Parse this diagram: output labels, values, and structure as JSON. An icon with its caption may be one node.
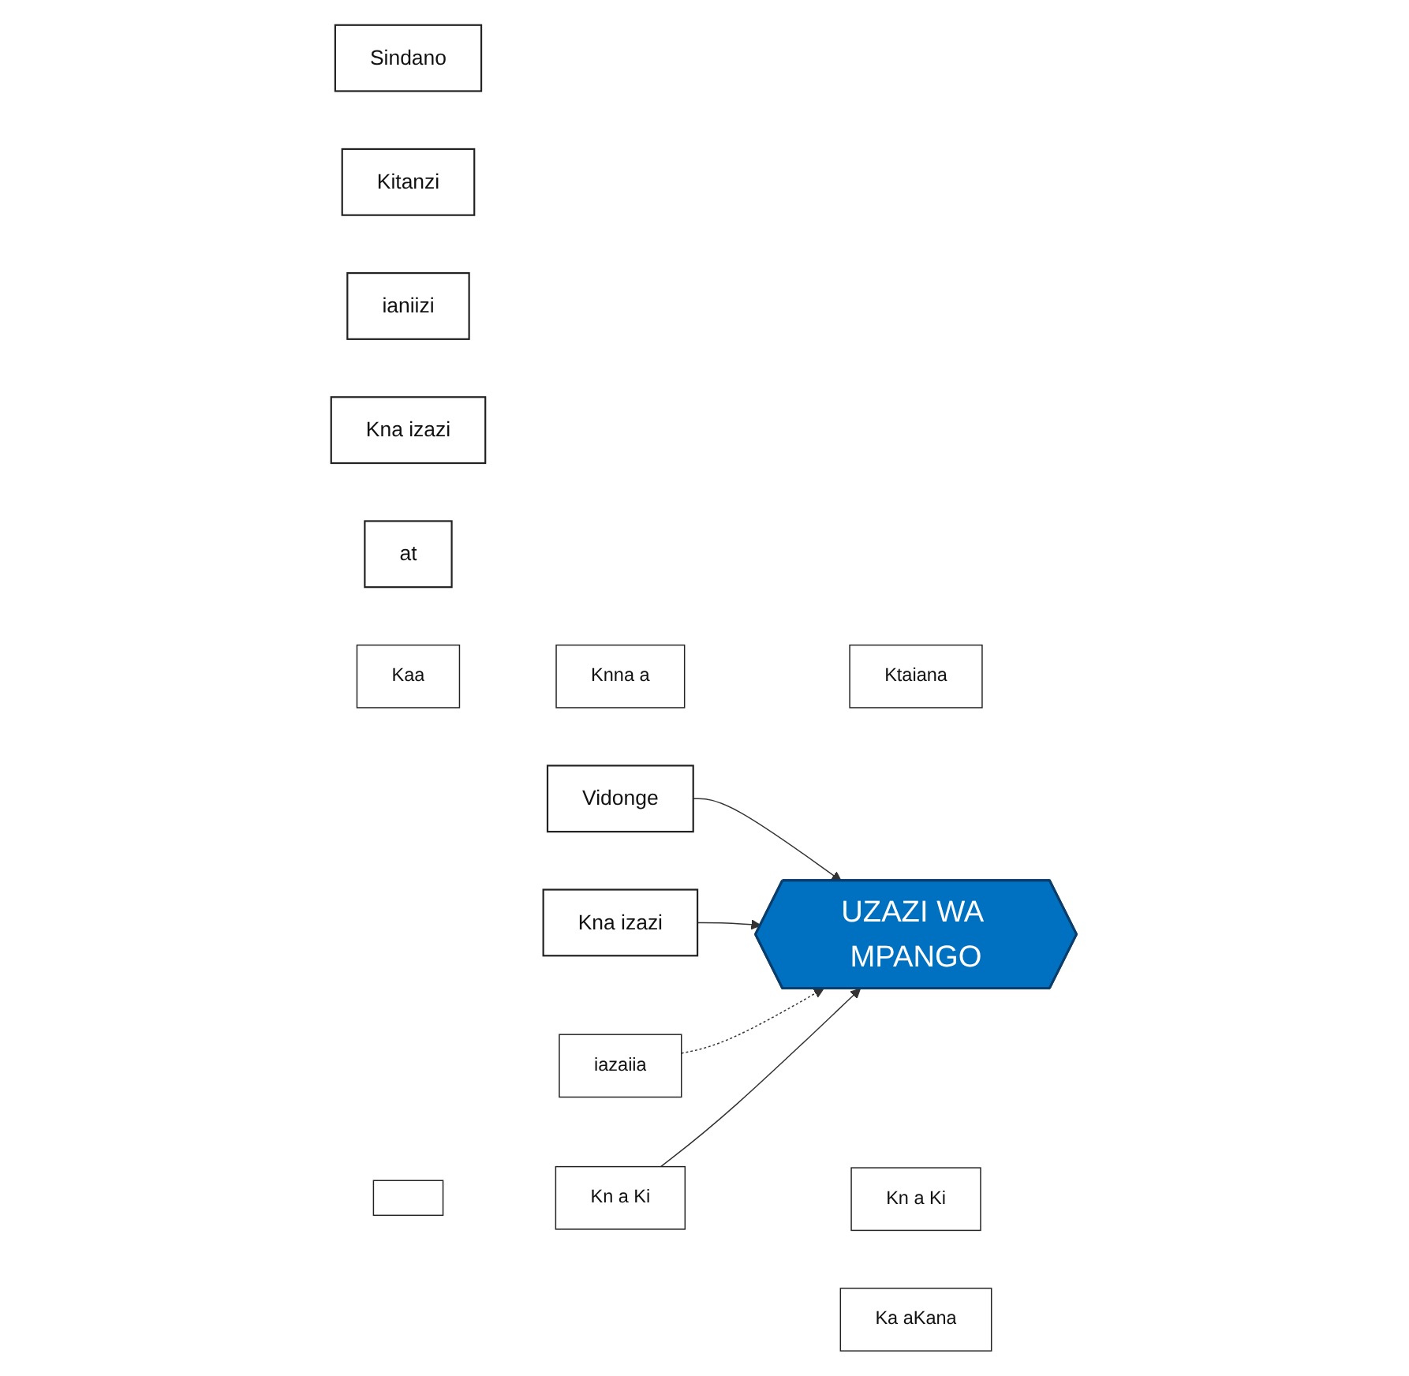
{
  "diagram": {
    "nodes": [
      {
        "text": [
          "Vidonge"
        ]
      },
      {
        "text": [
          "Sindano"
        ]
      },
      {
        "text": [
          "Kitanzi"
        ]
      },
      {
        "text": [
          "ianiizi"
        ]
      },
      {
        "text": [
          "Kna izazi"
        ]
      },
      {
        "text": [
          "at"
        ]
      },
      {
        "text": [
          "Kna izazi"
        ]
      },
      {
        "text": [
          "UZAZI WA MPANGO"
        ]
      },
      {
        "text": [
          "iazaiia"
        ]
      },
      {
        "text": [
          "Ka aKana"
        ]
      },
      {
        "text": [
          "Kaa"
        ]
      },
      {
        "text": [
          "Knna a"
        ]
      },
      {
        "text": [
          "Ktaiana"
        ]
      },
      {
        "text": [],
        "shape": "box"
      },
      {
        "text": [
          "Kn a Ki"
        ]
      },
      {
        "text": [
          "Kn a Ki"
        ]
      }
    ],
    "edges": [
      {
        "from": 0,
        "to": 7,
        "arrow": "to"
      },
      {
        "from": 6,
        "to": 7,
        "arrow": "to"
      },
      {
        "from": 8,
        "to": 7,
        "arrow": "to",
        "style": "dashed"
      },
      {
        "from": 14,
        "to": 7,
        "arrow": "to"
      }
    ]
  }
}
